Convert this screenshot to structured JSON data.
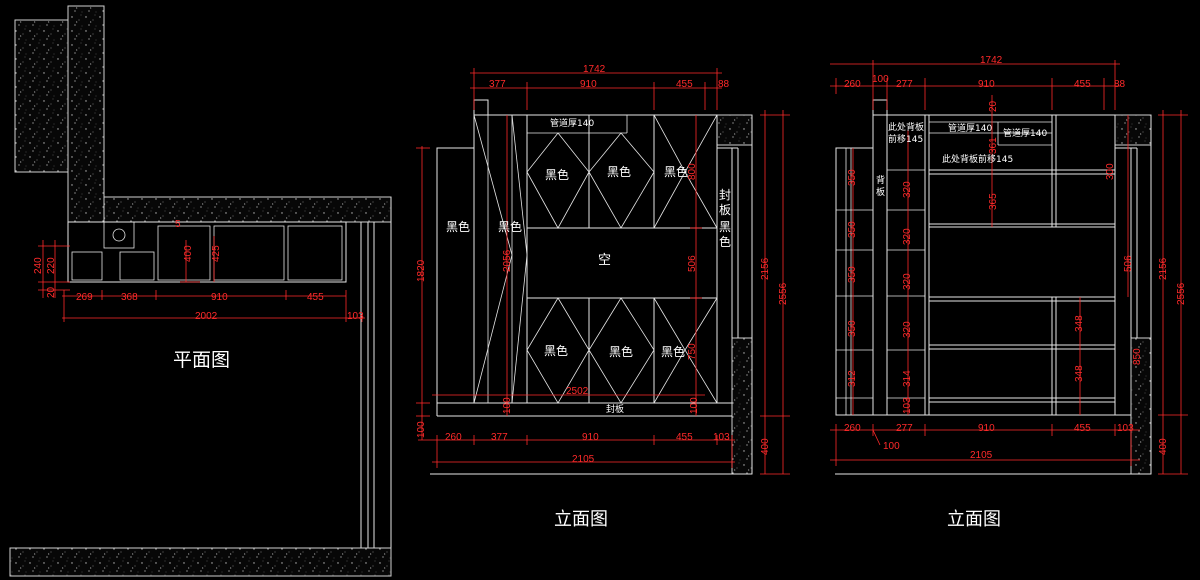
{
  "plan": {
    "title": "平面图",
    "dims_bottom": [
      "269",
      "368",
      "910",
      "455"
    ],
    "dim_total": "2002",
    "dim_side": "103",
    "dims_left": [
      "240",
      "220",
      "20"
    ],
    "dims_inner": [
      "5",
      "400",
      "425"
    ]
  },
  "elev1": {
    "title": "立面图",
    "dim_top_total": "1742",
    "dims_top": [
      "377",
      "910",
      "455",
      "88"
    ],
    "dims_bottom": [
      "260",
      "377",
      "910",
      "455",
      "103"
    ],
    "dim_bottom_total": "2105",
    "dims_right": [
      "2156",
      "2556",
      "400"
    ],
    "dim_left": "1820",
    "dim_left_base": "100",
    "dim_mid": "2056",
    "dim_inner_total": "2502",
    "dims_vert": [
      "800",
      "506",
      "750"
    ],
    "dims_small": [
      "100",
      "100"
    ],
    "labels": {
      "black": "黑色",
      "empty": "空",
      "seal_board": "封板",
      "seal_board_v1": "封",
      "seal_board_v2": "板",
      "seal_black_v1": "黑",
      "seal_black_v2": "色",
      "pipe": "管道厚140"
    }
  },
  "elev2": {
    "title": "立面图",
    "dim_top_total": "1742",
    "dims_top": [
      "260",
      "100",
      "277",
      "910",
      "455",
      "88"
    ],
    "dims_bottom": [
      "260",
      "277",
      "910",
      "455",
      "103"
    ],
    "dim_bottom_extra": "100",
    "dim_bottom_total": "2105",
    "dims_right": [
      "2156",
      "2556",
      "400"
    ],
    "dims_left_col": [
      "350",
      "350",
      "350",
      "350",
      "312"
    ],
    "dims_mid_col": [
      "320",
      "320",
      "320",
      "320",
      "314",
      "103"
    ],
    "dims_center": [
      "20",
      "361",
      "365"
    ],
    "dims_right_col": [
      "300",
      "506",
      "348",
      "348",
      "850"
    ],
    "notes": {
      "note1_line1": "此处背板",
      "note1_line2": "前移145",
      "note2": "此处背板前移145",
      "pipe1": "管道厚140",
      "pipe2": "管道厚140",
      "back_v1": "背",
      "back_v2": "板"
    }
  }
}
